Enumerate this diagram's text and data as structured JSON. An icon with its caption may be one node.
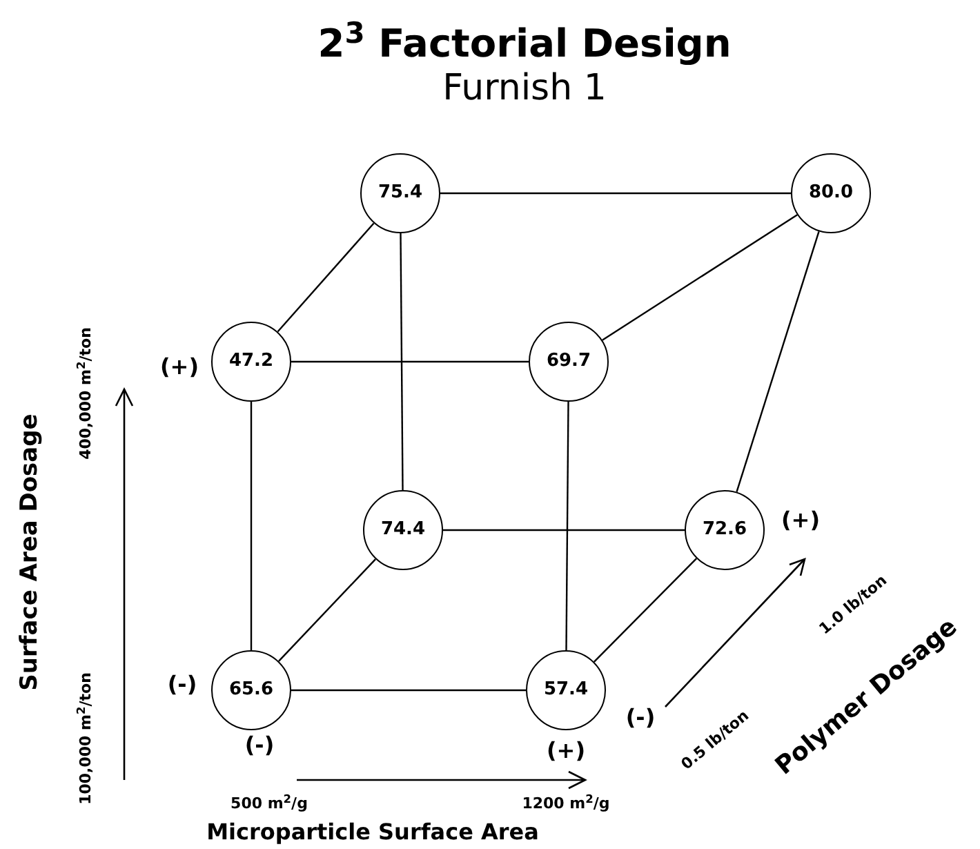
{
  "diagram": {
    "title": "2$^{3}$ Factorial Design",
    "nodes": [
      {
        "text": [
          "75.4"
        ]
      },
      {
        "text": [
          "80.0"
        ]
      },
      {
        "text": [
          "47.2"
        ]
      },
      {
        "text": [
          "69.7"
        ]
      },
      {
        "text": [
          "74.4"
        ]
      },
      {
        "text": [
          "72.6"
        ]
      },
      {
        "text": [
          "65.6"
        ]
      },
      {
        "text": [
          "57.4"
        ]
      }
    ],
    "edges": [
      {
        "from": 0,
        "to": 1,
        "arrow": "none"
      },
      {
        "from": 0,
        "to": 2,
        "arrow": "none"
      },
      {
        "from": 0,
        "to": 4,
        "arrow": "none"
      },
      {
        "from": 1,
        "to": 3,
        "arrow": "none"
      },
      {
        "from": 1,
        "to": 5,
        "arrow": "none"
      },
      {
        "from": 2,
        "to": 3,
        "arrow": "none"
      },
      {
        "from": 2,
        "to": 6,
        "arrow": "none"
      },
      {
        "from": 3,
        "to": 7,
        "arrow": "none"
      },
      {
        "from": 4,
        "to": 5,
        "arrow": "none"
      },
      {
        "from": 4,
        "to": 6,
        "arrow": "none"
      },
      {
        "from": 5,
        "to": 7,
        "arrow": "none"
      },
      {
        "from": 6,
        "to": 7,
        "arrow": "none"
      }
    ],
    "labels": [
      "Furnish 1",
      "Surface Area Dosage",
      "400,000 m$^{2}$/ton",
      "100,000 m$^{2}$/ton",
      "(+)",
      "(-)",
      "(-)",
      "(+)",
      "500 m$^{2}$/g",
      "1200 m$^{2}$/g",
      "Microparticle Surface Area",
      "(+)",
      "(-)",
      "1.0 lb/ton",
      "0.5 lb/ton",
      "Polymer Dosage"
    ]
  }
}
